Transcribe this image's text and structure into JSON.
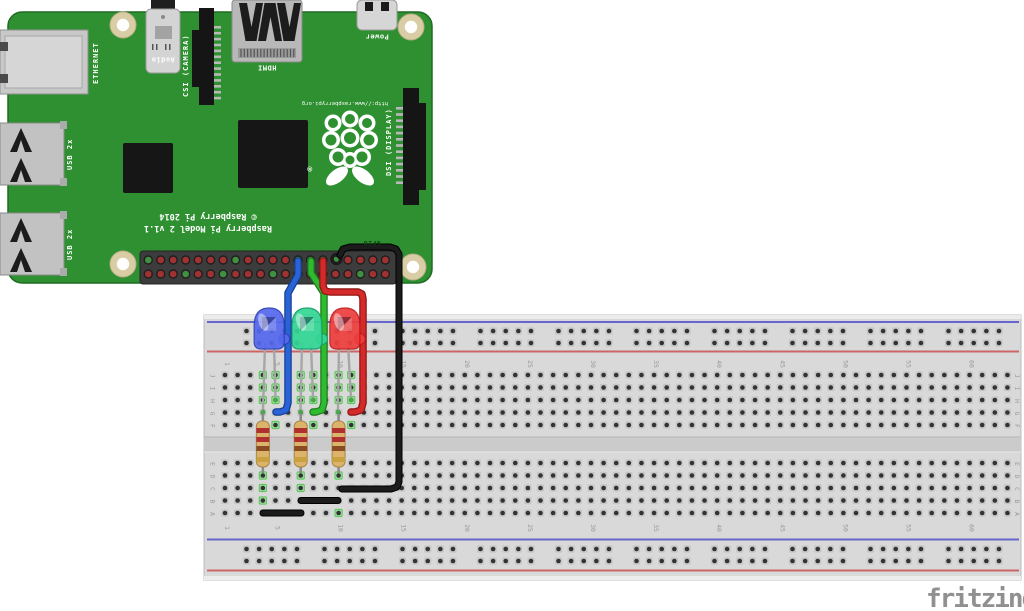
{
  "app": {
    "watermark": "fritzing"
  },
  "board": {
    "name": "Raspberry Pi 2 Model B (rotated 180°)",
    "labels": {
      "ethernet": "ETHERNET",
      "usb": "USB 2x",
      "audio": "Audio",
      "csi": "CSI (CAMERA)",
      "hdmi": "HDMI",
      "power": "Power",
      "dsi": "DSI (DISPLAY)",
      "url": "http://www.raspberrypi.org",
      "model": "Raspberry Pi Model 2 v1.1",
      "copyright": "© Raspberry Pi 2014",
      "gpio": "GPIO",
      "registered": "®"
    },
    "gpio": {
      "rows": 2,
      "cols": 20,
      "top_row": [
        "green",
        "red",
        "red",
        "red",
        "red",
        "red",
        "red",
        "green",
        "red",
        "red",
        "red",
        "red",
        "green",
        "green",
        "green",
        "green",
        "red",
        "red",
        "red",
        "red"
      ],
      "bottom_row": [
        "red",
        "red",
        "red",
        "green",
        "red",
        "red",
        "green",
        "red",
        "red",
        "red",
        "green",
        "red",
        "red",
        "red",
        "green",
        "red",
        "red",
        "green",
        "red",
        "red"
      ],
      "wire_columns": {
        "blue": 13,
        "green": 14,
        "red": 15,
        "black": 16
      }
    }
  },
  "breadboard": {
    "total_columns": 63,
    "numbered_columns": [
      1,
      5,
      10,
      15,
      20,
      25,
      30,
      35,
      40,
      45,
      50,
      55,
      60
    ],
    "row_letters": [
      "J",
      "I",
      "H",
      "G",
      "F",
      "E",
      "D",
      "C",
      "B",
      "A"
    ],
    "rail_hole_groups": 10,
    "rail_holes_per_group": 5,
    "highlights": [
      {
        "col": 4,
        "rows": [
          "J",
          "I",
          "H"
        ]
      },
      {
        "col": 5,
        "rows": [
          "J",
          "I",
          "H",
          "F"
        ]
      },
      {
        "col": 7,
        "rows": [
          "J",
          "I",
          "H"
        ]
      },
      {
        "col": 8,
        "rows": [
          "J",
          "I",
          "H",
          "F"
        ]
      },
      {
        "col": 10,
        "rows": [
          "J",
          "I",
          "H"
        ]
      },
      {
        "col": 11,
        "rows": [
          "J",
          "I",
          "H",
          "F"
        ]
      },
      {
        "col": 4,
        "rows": [
          "D",
          "C",
          "B"
        ]
      },
      {
        "col": 7,
        "rows": [
          "D",
          "C"
        ]
      },
      {
        "col": 10,
        "rows": [
          "D",
          "A"
        ]
      }
    ]
  },
  "parts": {
    "leds": [
      {
        "color": "blue",
        "breadboard_columns": [
          4,
          5
        ]
      },
      {
        "color": "green",
        "breadboard_columns": [
          7,
          8
        ]
      },
      {
        "color": "red",
        "breadboard_columns": [
          10,
          11
        ]
      }
    ],
    "resistors": [
      {
        "bands": [
          "red",
          "red",
          "brown",
          "gold"
        ],
        "from": "F4",
        "to": "E4"
      },
      {
        "bands": [
          "red",
          "red",
          "brown",
          "gold"
        ],
        "from": "F7",
        "to": "E7"
      },
      {
        "bands": [
          "red",
          "red",
          "brown",
          "gold"
        ],
        "from": "F10",
        "to": "E10"
      }
    ],
    "wires": [
      {
        "color": "blue",
        "from": "gpio-top-col13",
        "to": "breadboard-G5"
      },
      {
        "color": "green",
        "from": "gpio-top-col14",
        "to": "breadboard-G8"
      },
      {
        "color": "red",
        "from": "gpio-top-col15",
        "to": "breadboard-G11"
      },
      {
        "color": "black",
        "from": "gpio-top-col16",
        "to": "breadboard-C10"
      },
      {
        "color": "black",
        "from": "breadboard-A4",
        "to": "breadboard-A7"
      },
      {
        "color": "black",
        "from": "breadboard-B7",
        "to": "breadboard-B10"
      }
    ]
  },
  "colors": {
    "board_green": "#2e9030",
    "pin_red": "#a23232",
    "pin_green": "#3f9140",
    "wire_blue": "#2a63d8",
    "wire_green": "#2fbb2f",
    "wire_red": "#d42a2a",
    "wire_black": "#1c1c1c",
    "led_blue": "#5568ee",
    "led_green": "#33d695",
    "led_red": "#ee3d3d",
    "highlight_green": "#58c558",
    "breadboard_body": "#d9d9d9",
    "rail_blue_line": "#6666cc",
    "rail_red_line": "#cc6666",
    "resistor_body": "#dbb36b"
  }
}
